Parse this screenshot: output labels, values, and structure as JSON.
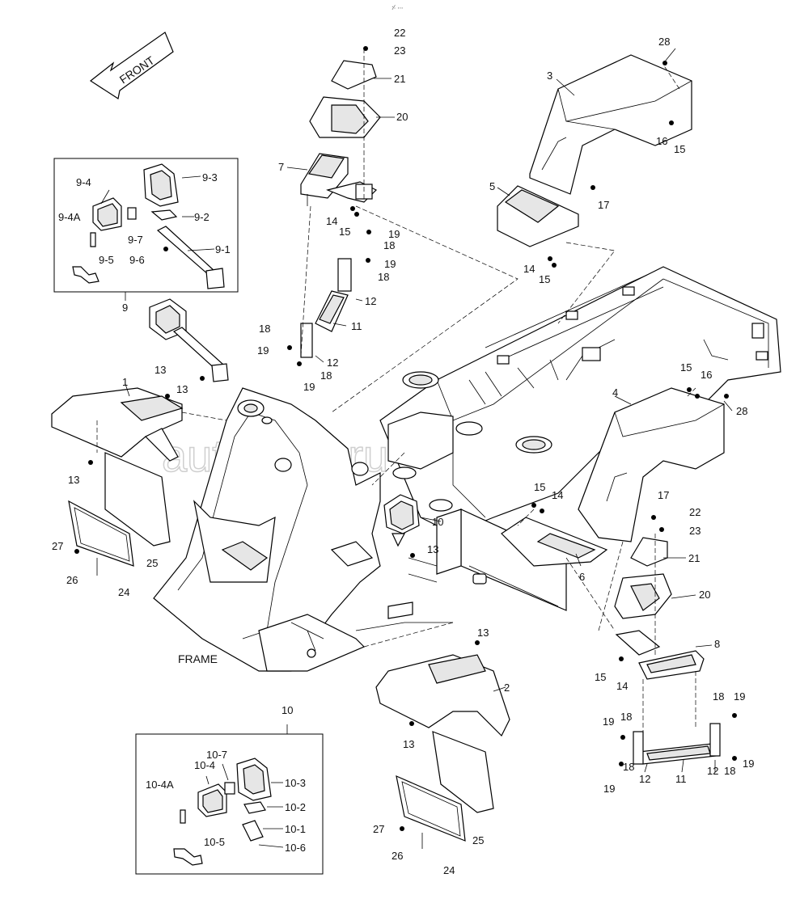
{
  "watermark": "autopiter.ru",
  "header_mark": "⸓ ∙∙∙",
  "front_label": "FRONT",
  "frame_label": "FRAME",
  "callouts": {
    "c1": "1",
    "c2": "2",
    "c3": "3",
    "c4": "4",
    "c5": "5",
    "c6": "6",
    "c7": "7",
    "c8": "8",
    "c9": "9",
    "c10": "10",
    "c11a": "11",
    "c11b": "11",
    "c12a": "12",
    "c12b": "12",
    "c12c": "12",
    "c12d": "12",
    "c13a": "13",
    "c13b": "13",
    "c13c": "13",
    "c13d": "13",
    "c13e": "13",
    "c13f": "13",
    "c14a": "14",
    "c14b": "14",
    "c14c": "14",
    "c14d": "14",
    "c15a": "15",
    "c15b": "15",
    "c15c": "15",
    "c15d": "15",
    "c15e": "15",
    "c15f": "15",
    "c16a": "16",
    "c16b": "16",
    "c17a": "17",
    "c17b": "17",
    "c18a": "18",
    "c18b": "18",
    "c18c": "18",
    "c18d": "18",
    "c18e": "18",
    "c18f": "18",
    "c18g": "18",
    "c18h": "18",
    "c19a": "19",
    "c19b": "19",
    "c19c": "19",
    "c19d": "19",
    "c19e": "19",
    "c19f": "19",
    "c19g": "19",
    "c19h": "19",
    "c20a": "20",
    "c20b": "20",
    "c21a": "21",
    "c21b": "21",
    "c22a": "22",
    "c22b": "22",
    "c23a": "23",
    "c23b": "23",
    "c24a": "24",
    "c24b": "24",
    "c25a": "25",
    "c25b": "25",
    "c26a": "26",
    "c26b": "26",
    "c27a": "27",
    "c27b": "27",
    "c28a": "28",
    "c28b": "28",
    "c9_1": "9-1",
    "c9_2": "9-2",
    "c9_3": "9-3",
    "c9_4": "9-4",
    "c9_4A": "9-4A",
    "c9_5": "9-5",
    "c9_6": "9-6",
    "c9_7": "9-7",
    "c10_1": "10-1",
    "c10_2": "10-2",
    "c10_3": "10-3",
    "c10_4": "10-4",
    "c10_4A": "10-4A",
    "c10_5": "10-5",
    "c10_6": "10-6",
    "c10_7": "10-7"
  }
}
